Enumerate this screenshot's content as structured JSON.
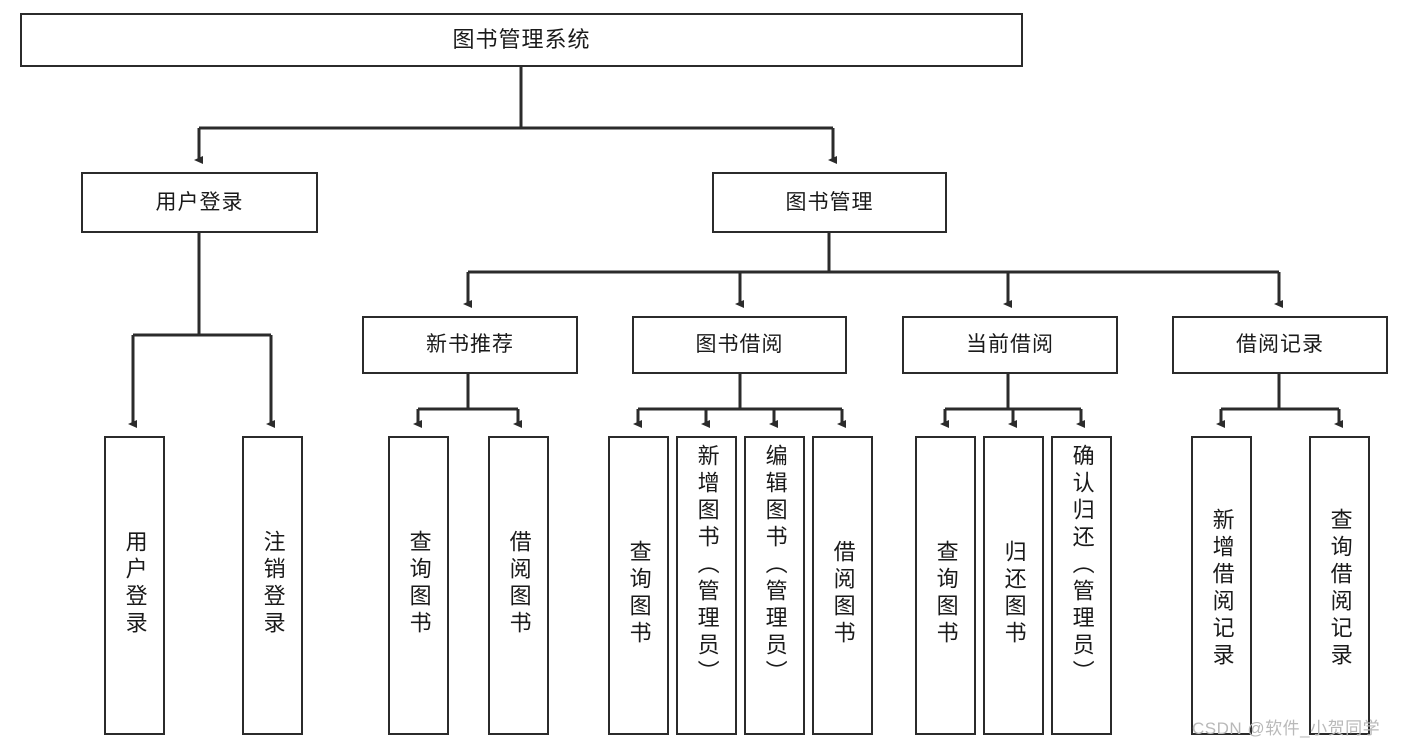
{
  "diagram": {
    "type": "hierarchy-tree",
    "title": "图书管理系统",
    "watermark": "CSDN @软件_小贺同学",
    "colors": {
      "box_border": "#2b2b2b",
      "box_fill": "#ffffff",
      "connector": "#2b2b2b",
      "text": "#1a1a1a",
      "watermark": "#b9b9b9",
      "background": "#ffffff"
    },
    "root": {
      "label": "图书管理系统"
    },
    "level2": [
      {
        "label": "用户登录"
      },
      {
        "label": "图书管理"
      }
    ],
    "level3": [
      {
        "label": "新书推荐"
      },
      {
        "label": "图书借阅"
      },
      {
        "label": "当前借阅"
      },
      {
        "label": "借阅记录"
      }
    ],
    "leaves": {
      "user_login": [
        {
          "label": "用户登录"
        },
        {
          "label": "注销登录"
        }
      ],
      "new_book": [
        {
          "label": "查询图书"
        },
        {
          "label": "借阅图书"
        }
      ],
      "borrow_book": [
        {
          "label": "查询图书"
        },
        {
          "label": "新增图书（管理员）"
        },
        {
          "label": "编辑图书（管理员）"
        },
        {
          "label": "借阅图书"
        }
      ],
      "current_borrow": [
        {
          "label": "查询图书"
        },
        {
          "label": "归还图书"
        },
        {
          "label": "确认归还（管理员）"
        }
      ],
      "borrow_record": [
        {
          "label": "新增借阅记录"
        },
        {
          "label": "查询借阅记录"
        }
      ]
    }
  }
}
